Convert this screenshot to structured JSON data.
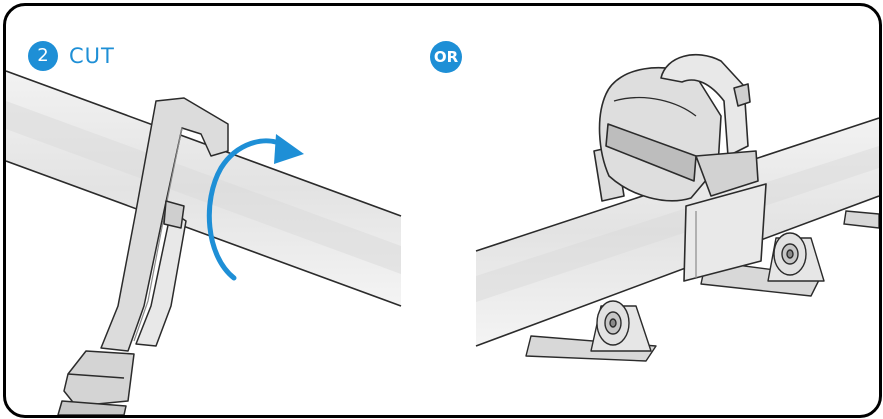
{
  "step": {
    "number": "2",
    "label": "CUT"
  },
  "alternative": {
    "label": "OR"
  },
  "colors": {
    "accent": "#1e8fd6",
    "pipe": "#e7e7e7",
    "line": "#2b2b2b"
  }
}
